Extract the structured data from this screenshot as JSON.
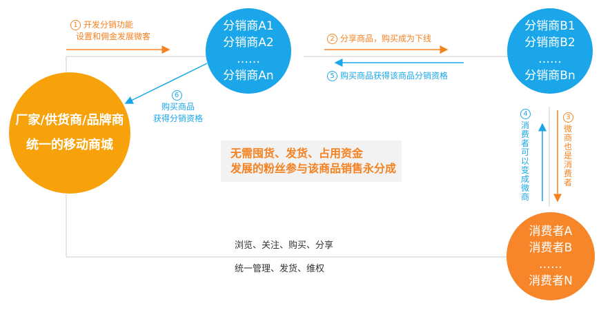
{
  "nodes": {
    "factory": {
      "lines": [
        "厂家/供货商/品牌商",
        "统一的移动商城"
      ],
      "color": "#f7a20b"
    },
    "distributor_a": {
      "lines": [
        "分销商A1",
        "分销商A2",
        "……",
        "分销商An"
      ],
      "color": "#1aa6e8"
    },
    "distributor_b": {
      "lines": [
        "分销商B1",
        "分销商B2",
        "……",
        "分销商Bn"
      ],
      "color": "#1aa6e8"
    },
    "consumer": {
      "lines": [
        "消费者A",
        "消费者B",
        "……",
        "消费者N"
      ],
      "color": "#f7862a"
    }
  },
  "steps": {
    "step1": {
      "num": "1",
      "lines": [
        "开发分销功能",
        "设置和佣金发展微客"
      ]
    },
    "step2": {
      "num": "2",
      "text": "分享商品，购买成为下线"
    },
    "step3": {
      "num": "3",
      "text": "微商也是消费者"
    },
    "step4": {
      "num": "4",
      "text": "消费者可以变成微商"
    },
    "step5": {
      "num": "5",
      "text": "购买商品获得该商品分销资格"
    },
    "step6": {
      "num": "6",
      "lines": [
        "购买商品",
        "获得分销资格"
      ]
    }
  },
  "highlight": {
    "lines": [
      "无需囤货、发货、占用资金",
      "发展的粉丝参与该商品销售永分成"
    ]
  },
  "bottom": {
    "line1": "浏览、关注、购买、分享",
    "line2": "统一管理、发货、维权"
  },
  "colors": {
    "orange": "#f58220",
    "blue": "#1aa6e8",
    "line_gray": "#cccccc"
  }
}
